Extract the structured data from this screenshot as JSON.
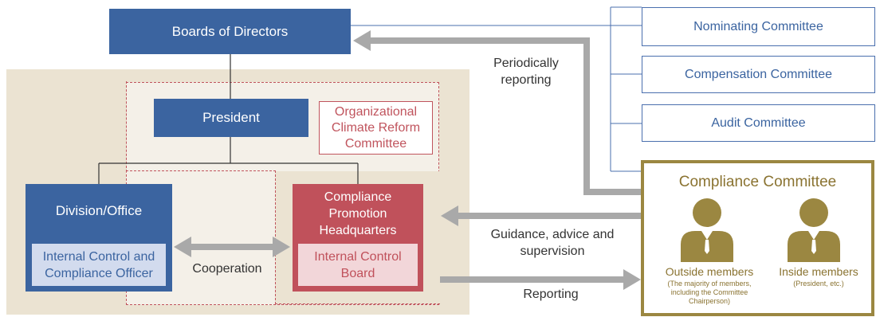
{
  "board": {
    "label": "Boards of Directors"
  },
  "president": {
    "label": "President"
  },
  "reform_committee": {
    "lines": [
      "Organizational",
      "Climate Reform",
      "Committee"
    ]
  },
  "division": {
    "label": "Division/Office",
    "officer_lines": [
      "Internal Control and",
      "Compliance Officer"
    ]
  },
  "cph": {
    "lines": [
      "Compliance",
      "Promotion",
      "Headquarters"
    ],
    "board_lines": [
      "Internal Control",
      "Board"
    ]
  },
  "committees": [
    "Nominating Committee",
    "Compensation Committee",
    "Audit Committee"
  ],
  "compliance_committee": {
    "title": "Compliance Committee",
    "outside": {
      "title": "Outside members",
      "sub_lines": [
        "(The majority of members,",
        "including the Committee",
        "Chairperson)"
      ]
    },
    "inside": {
      "title": "Inside members",
      "sub": "(President, etc.)"
    }
  },
  "arrows": {
    "periodic": [
      "Periodically",
      "reporting"
    ],
    "guidance": [
      "Guidance, advice and",
      "supervision"
    ],
    "cooperation": "Cooperation",
    "reporting": "Reporting"
  },
  "colors": {
    "blue": "#3b64a0",
    "red": "#c0515b",
    "gold": "#9b8741",
    "arrow": "#a9a9a9",
    "beige": "#ebe3d2"
  }
}
